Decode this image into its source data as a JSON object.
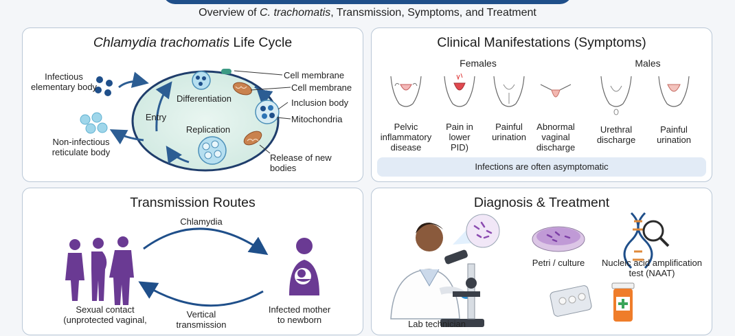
{
  "header": {
    "subtitle_prefix": "Overview of ",
    "subtitle_italic": "C. trachomatis",
    "subtitle_suffix": ", Transmission, Symptoms, and Treatment"
  },
  "lifecycle": {
    "title_italic": "Chlamydia trachomatis",
    "title_rest": " Life Cycle",
    "infectious": "Infectious\nelementary body",
    "noninfectious": "Non-infectious\nreticulate body",
    "entry": "Entry",
    "differentiation": "Differentiation",
    "replication": "Replication",
    "cell_membrane_1": "Cell membrane",
    "cell_membrane_2": "Cell membrane",
    "inclusion_body": "Inclusion body",
    "mitochondria": "Mitochondria",
    "release": "Release of new\nbodies"
  },
  "symptoms": {
    "title": "Clinical Manifestations (Symptoms)",
    "females": "Females",
    "males": "Males",
    "items": [
      "Pelvic\ninflammatory\ndisease",
      "Pain in\nlower\nPID)",
      "Painful\nurination",
      "Abnormal\nvaginal\ndischarge",
      "Urethral\ndischarge",
      "Painful\nurination"
    ],
    "note": "Infections are often asymptomatic"
  },
  "transmission": {
    "title": "Transmission Routes",
    "chlamydia": "Chlamydia",
    "sexual": "Sexual contact\n(unprotected vaginal,",
    "vertical": "Vertical\ntransmission",
    "mother": "Infected mother\nto newborn"
  },
  "diagnosis": {
    "title": "Diagnosis & Treatment",
    "petri": "Petri / culture",
    "naat": "Nucleic acid amplification\ntest (NAAT)",
    "lab": "Lab technician"
  },
  "colors": {
    "banner": "#1f4f8a",
    "accent_blue": "#2c5d93",
    "people": "#6a3a93",
    "cell_fill": "#dcefe9"
  }
}
